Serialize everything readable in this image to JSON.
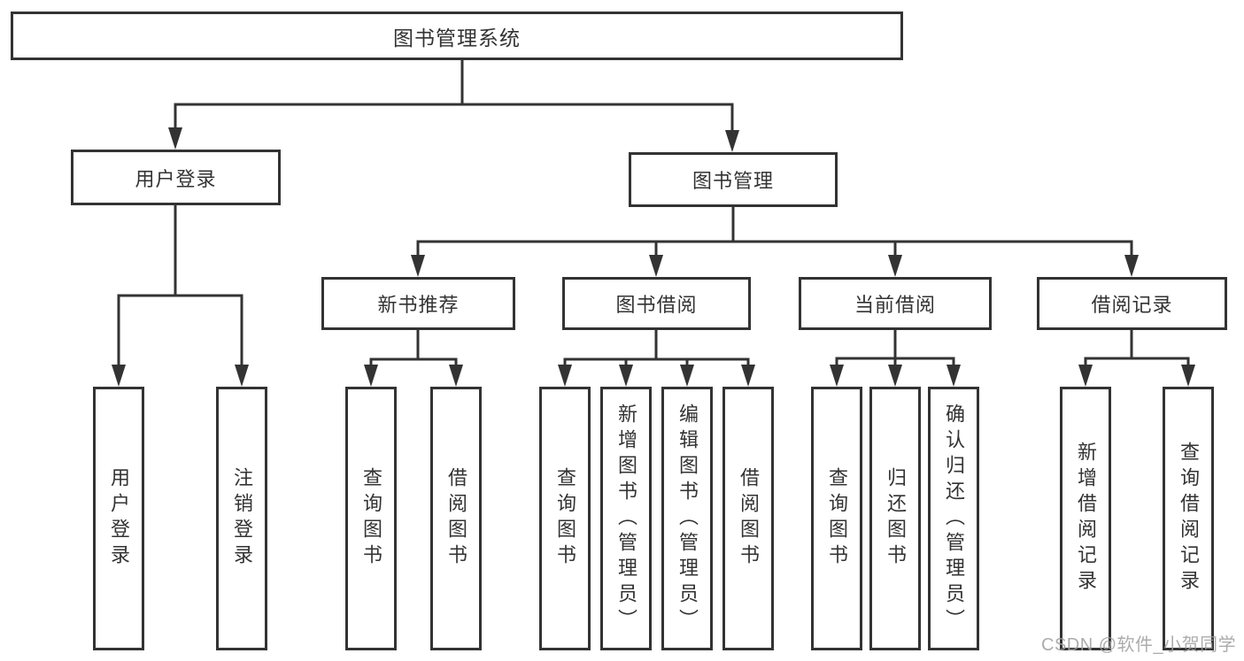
{
  "tree": {
    "root": "图书管理系统",
    "branches": [
      {
        "label": "用户登录",
        "children": [
          "用户登录",
          "注销登录"
        ]
      },
      {
        "label": "图书管理",
        "groups": [
          {
            "label": "新书推荐",
            "children": [
              "查询图书",
              "借阅图书"
            ]
          },
          {
            "label": "图书借阅",
            "children": [
              "查询图书",
              "新增图书（管理员）",
              "编辑图书（管理员）",
              "借阅图书"
            ]
          },
          {
            "label": "当前借阅",
            "children": [
              "查询图书",
              "归还图书",
              "确认归还（管理员）"
            ]
          },
          {
            "label": "借阅记录",
            "children": [
              "新增借阅记录",
              "查询借阅记录"
            ]
          }
        ]
      }
    ]
  },
  "watermark": "CSDN @软件_小贺同学",
  "colors": {
    "line": "#333333",
    "box_border": "#333333",
    "box_fill": "#ffffff",
    "text": "#333333",
    "watermark": "#9e9e9e"
  }
}
